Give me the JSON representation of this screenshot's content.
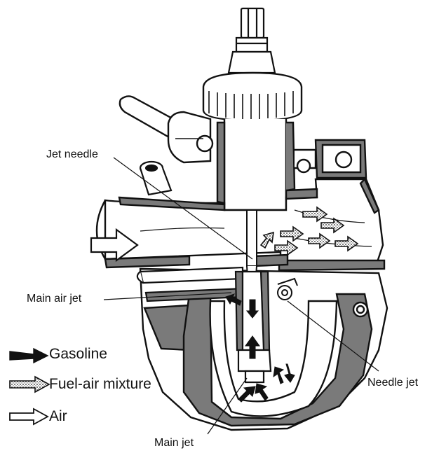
{
  "diagram": {
    "labels": {
      "jet_needle": "Jet needle",
      "main_air_jet": "Main air jet",
      "needle_jet": "Needle jet",
      "main_jet": "Main jet"
    },
    "legend": [
      {
        "label": "Gasoline",
        "arrow_style": "solid-black"
      },
      {
        "label": "Fuel-air mixture",
        "arrow_style": "dotted"
      },
      {
        "label": "Air",
        "arrow_style": "outline"
      }
    ],
    "colors": {
      "ink": "#111111",
      "cut_surface": "#7a7a7a",
      "paper": "#ffffff"
    }
  }
}
